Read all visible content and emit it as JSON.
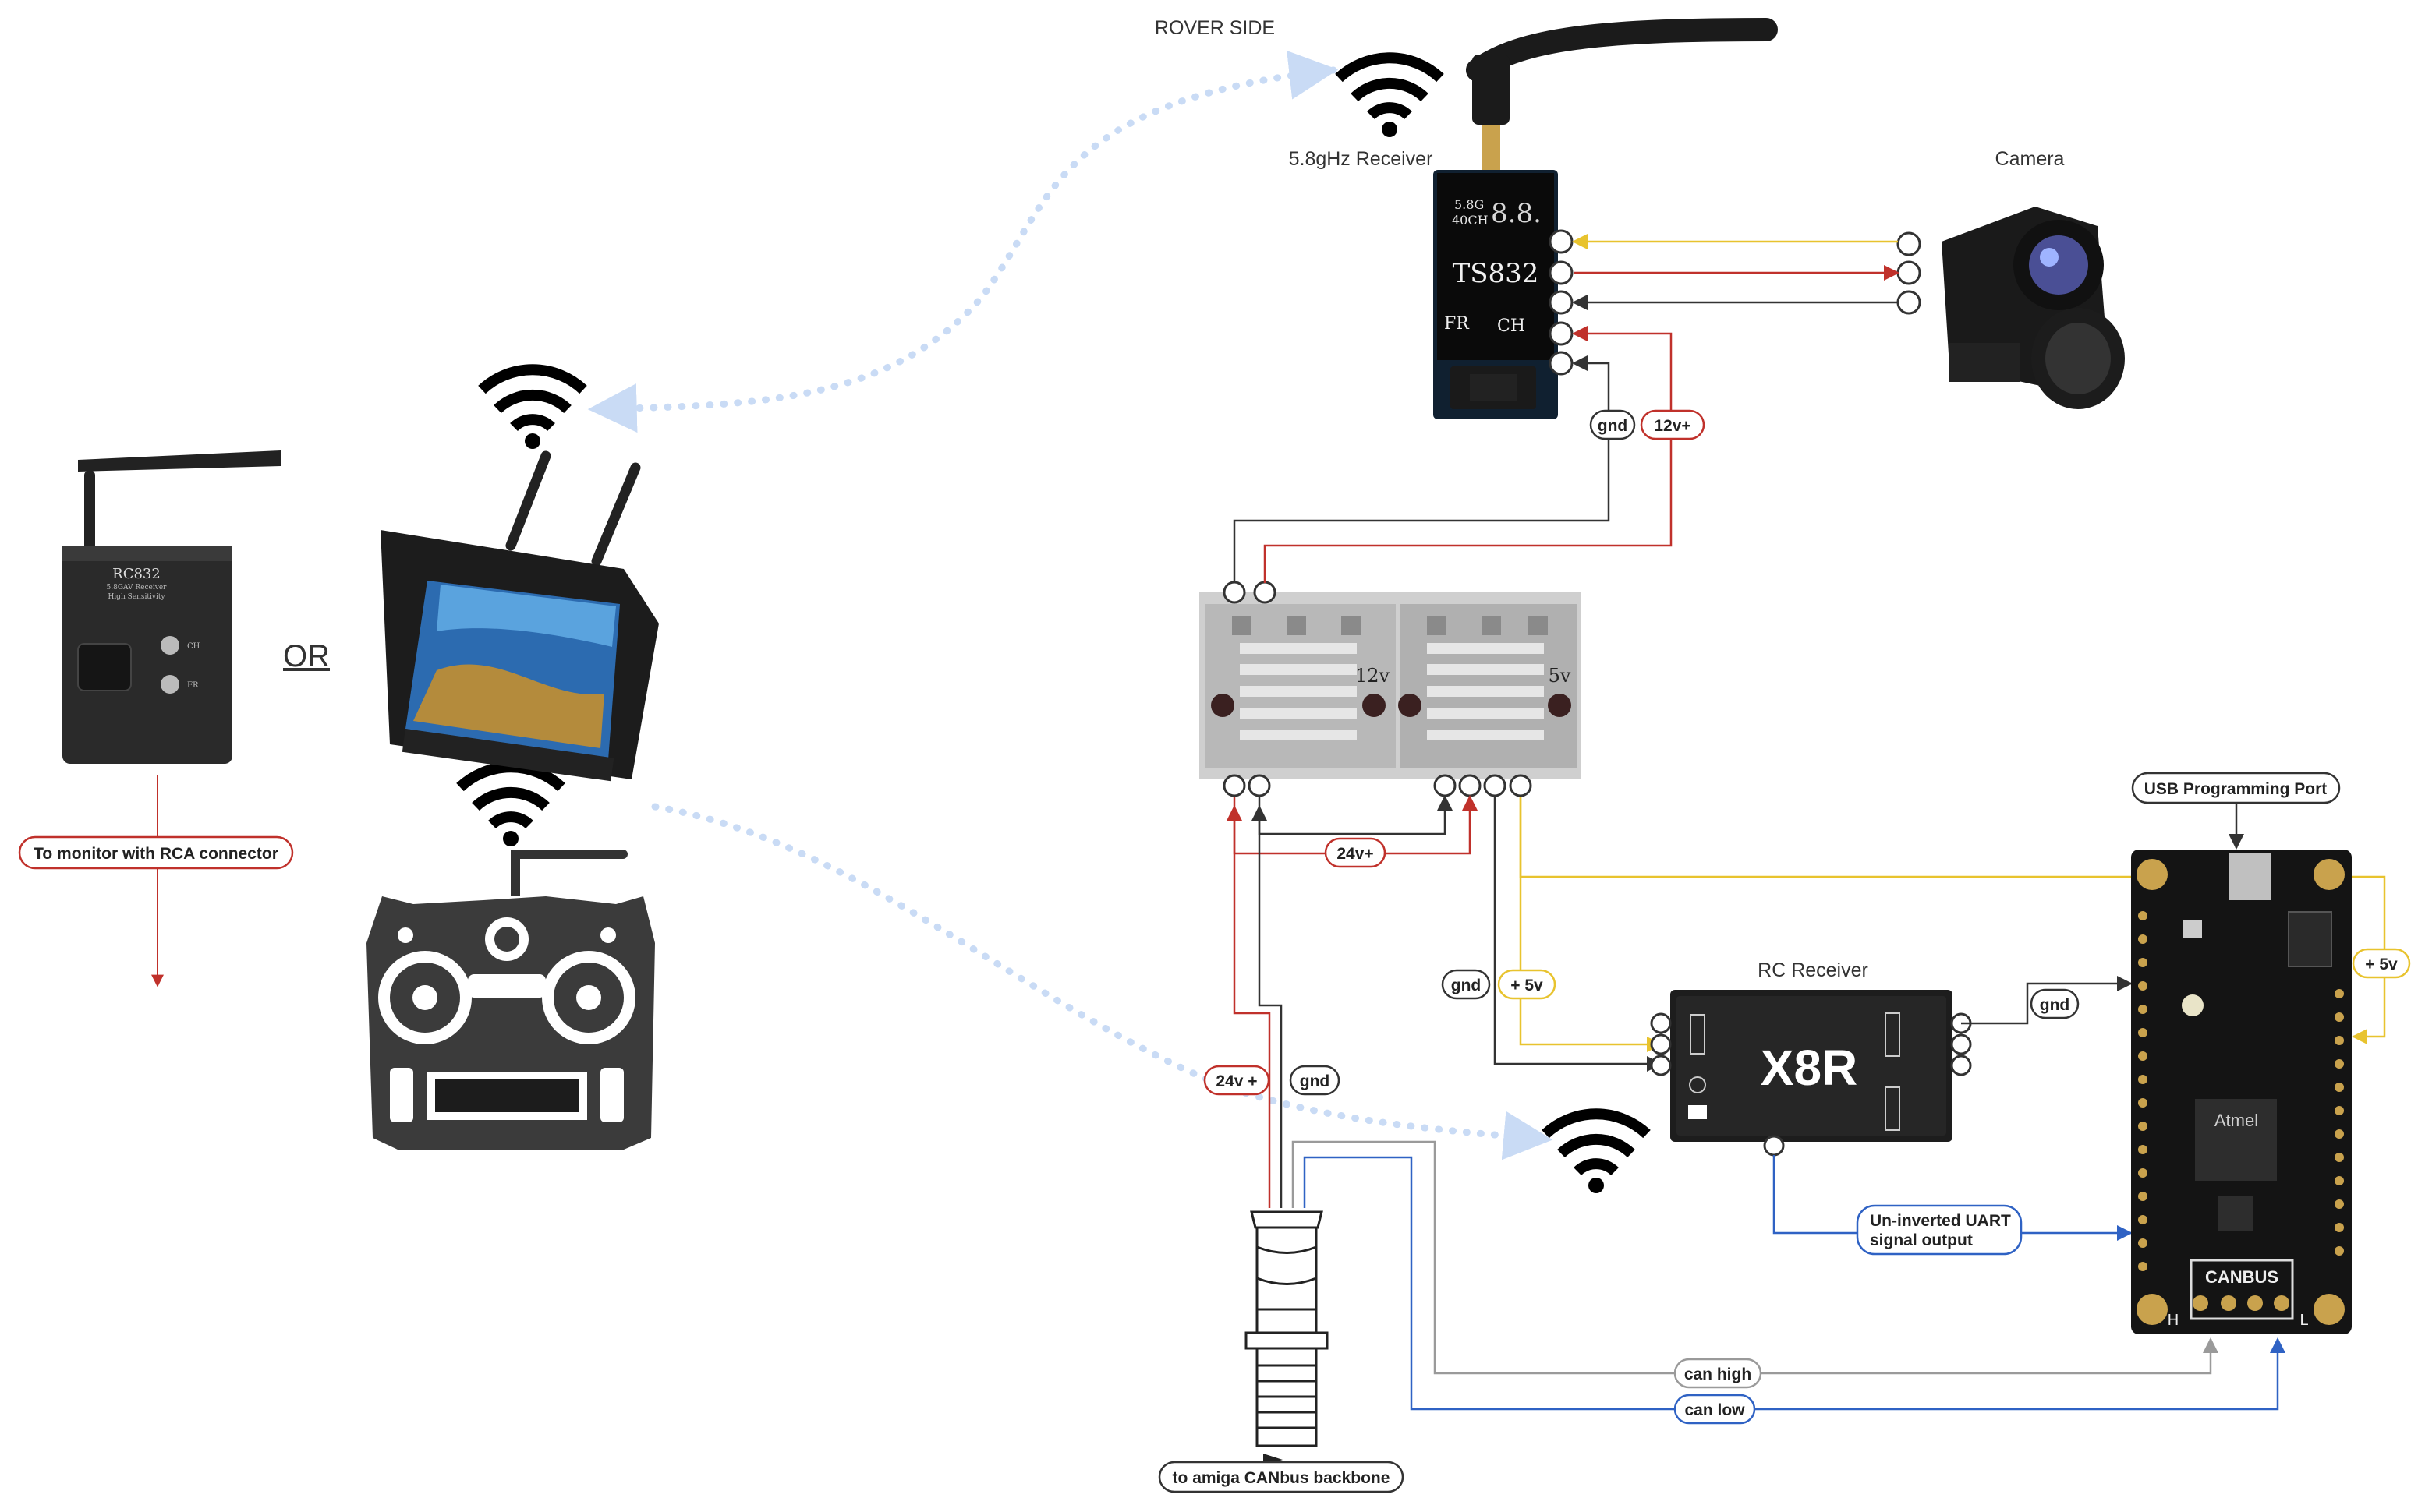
{
  "titles": {
    "rover_side": "ROVER SIDE",
    "receiver": "5.8gHz Receiver",
    "camera": "Camera",
    "rc_receiver": "RC Receiver",
    "or": "OR"
  },
  "device_text": {
    "rc832_model": "RC832",
    "rc832_sub1": "5.8GAV Receiver",
    "rc832_sub2": "High Sensitivity",
    "rc832_ch": "CH",
    "rc832_fr": "FR",
    "ts832_model": "TS832",
    "ts832_band": "5.8G",
    "ts832_ch_count": "40CH",
    "ts832_display": "8.8.",
    "ts832_fr": "FR",
    "ts832_ch": "CH",
    "converter_12v": "12v",
    "converter_5v": "5v",
    "x8r": "X8R",
    "feather_canbus": "CANBUS",
    "feather_atmel": "Atmel",
    "feather_h": "H",
    "feather_l": "L"
  },
  "labels": {
    "to_monitor": "To monitor with RCA connector",
    "gnd_top": "gnd",
    "v12": "12v+",
    "v24_mid": "24v+",
    "gnd_mid": "gnd",
    "v5_mid": "+ 5v",
    "usb_port": "USB Programming Port",
    "v5_right": "+ 5v",
    "gnd_right": "gnd",
    "v24_low": "24v +",
    "gnd_low": "gnd",
    "uart_line1": "Un-inverted UART",
    "uart_line2": "signal output",
    "can_high": "can high",
    "can_low": "can low",
    "canbus_backbone": "to amiga CANbus backbone"
  },
  "colors": {
    "red": "#c0312b",
    "black": "#333333",
    "yellow": "#e8c32e",
    "blue": "#2f62c4",
    "gray": "#9a9a9a",
    "wireless": "#c9dbf5"
  },
  "icons": [
    "wifi-icon",
    "antenna-icon",
    "arrow-icon"
  ]
}
